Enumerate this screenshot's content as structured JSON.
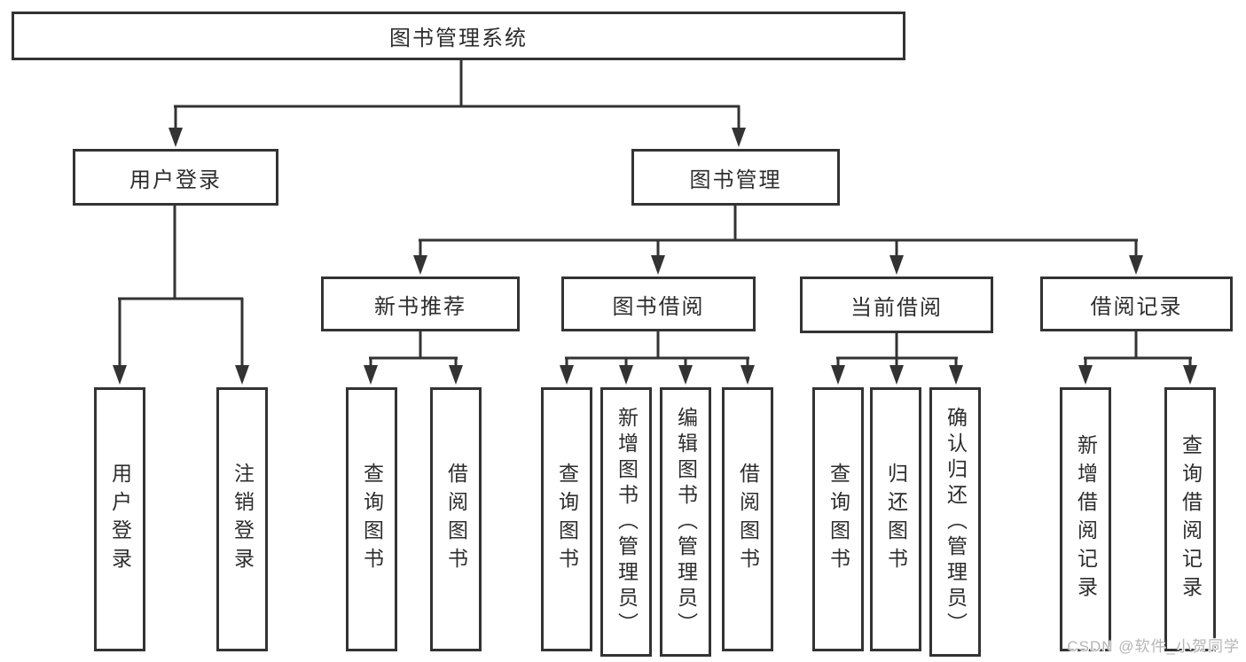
{
  "tree": {
    "root": "图书管理系统",
    "branches": [
      {
        "label": "用户登录",
        "children": [
          "用户登录",
          "注销登录"
        ]
      },
      {
        "label": "图书管理",
        "groups": [
          {
            "label": "新书推荐",
            "children": [
              "查询图书",
              "借阅图书"
            ]
          },
          {
            "label": "图书借阅",
            "children": [
              "查询图书",
              "新增图书（管理员）",
              "编辑图书（管理员）",
              "借阅图书"
            ]
          },
          {
            "label": "当前借阅",
            "children": [
              "查询图书",
              "归还图书",
              "确认归还（管理员）"
            ]
          },
          {
            "label": "借阅记录",
            "children": [
              "新增借阅记录",
              "查询借阅记录"
            ]
          }
        ]
      }
    ]
  },
  "watermark": {
    "text": "CSDN @软件_小贺同学"
  },
  "colors": {
    "line": "#333333",
    "box_border": "#333333",
    "text": "#2d2d2d",
    "watermark": "#b5b5b5",
    "background": "#ffffff"
  }
}
